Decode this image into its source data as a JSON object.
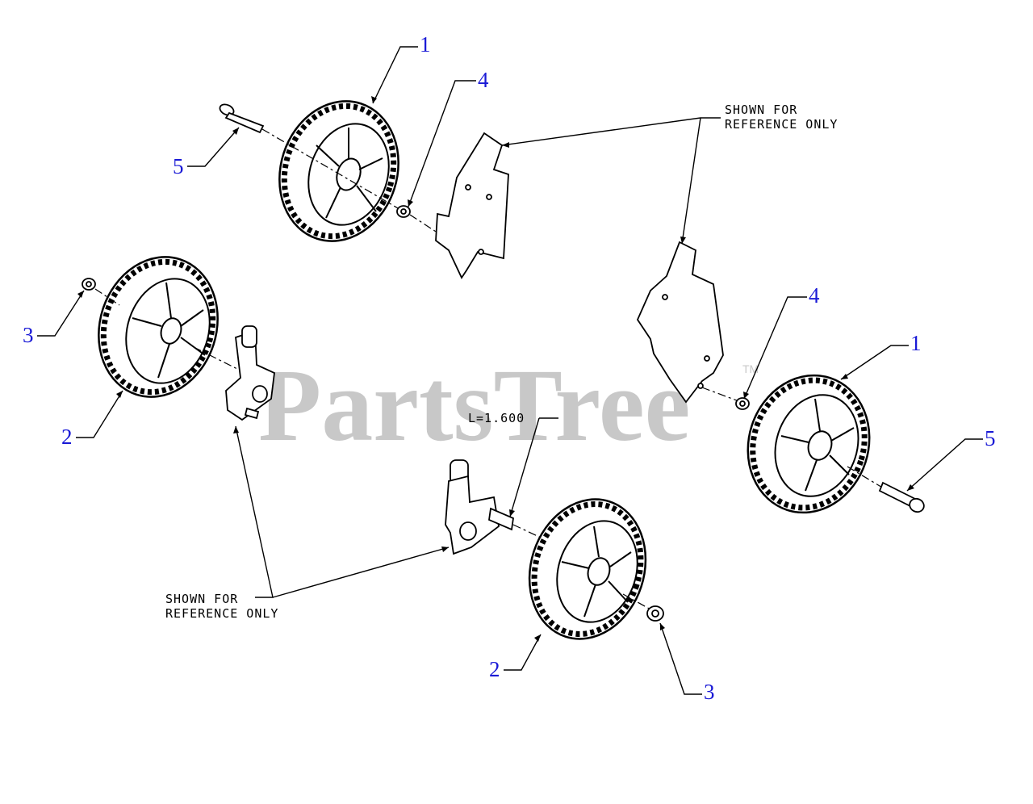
{
  "callouts": {
    "wheel_1_top": "1",
    "washer_4_top": "4",
    "bolt_5_top": "5",
    "nut_3_left": "3",
    "wheel_2_left": "2",
    "washer_4_right": "4",
    "wheel_1_right": "1",
    "bolt_5_right": "5",
    "wheel_2_bottom": "2",
    "nut_3_bottom": "3"
  },
  "notes": {
    "ref_top_line1": "SHOWN FOR",
    "ref_top_line2": "REFERENCE ONLY",
    "ref_bottom_line1": "SHOWN FOR",
    "ref_bottom_line2": "REFERENCE ONLY",
    "dimension": "L=1.600"
  },
  "watermark": {
    "text": "PartsTree",
    "trademark": "TM"
  },
  "colors": {
    "callout": "#1a1ad6",
    "watermark": "#c8c8c8",
    "linework": "#000000"
  }
}
